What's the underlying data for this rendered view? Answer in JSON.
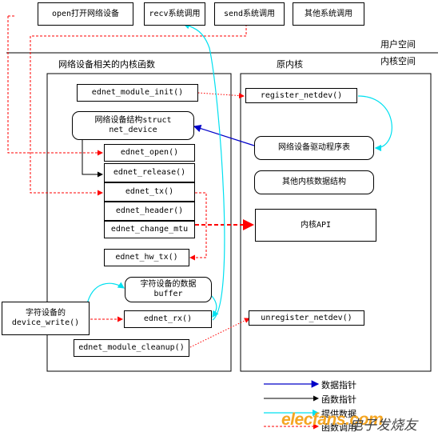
{
  "top_boxes": {
    "open": "open打开网络设备",
    "recv": "recv系统调用",
    "send": "send系统调用",
    "other": "其他系统调用"
  },
  "labels": {
    "user_space": "用户空间",
    "kernel_space": "内核空间",
    "left_panel_title": "网络设备相关的内核函数",
    "right_panel_title": "原内核"
  },
  "left": {
    "module_init": "ednet_module_init()",
    "net_device_struct": "网络设备结构struct\nnet_device",
    "open": "ednet_open()",
    "release": "ednet_release()",
    "tx": "ednet_tx()",
    "header": "ednet_header()",
    "change_mtu": "ednet_change_mtu",
    "hw_tx": "ednet_hw_tx()",
    "char_buffer": "字符设备的数据\nbuffer",
    "rx": "ednet_rx()",
    "module_cleanup": "ednet_module_cleanup()"
  },
  "char_write": "字符设备的\ndevice_write()",
  "right": {
    "register": "register_netdev()",
    "driver_table": "网络设备驱动程序表",
    "other_data": "其他内核数据结构",
    "kernel_api": "内核API",
    "unregister": "unregister_netdev()"
  },
  "legend": {
    "data_pointer": "数据指针",
    "func_pointer": "函数指针",
    "provide_data": "提供数据",
    "func_call": "函数调用"
  },
  "watermark": {
    "brand": "elecfans.com",
    "cn": "电子发烧友"
  },
  "colors": {
    "red": "#ff0000",
    "blue": "#0000c8",
    "cyan": "#00e0f0",
    "black": "#000000"
  }
}
